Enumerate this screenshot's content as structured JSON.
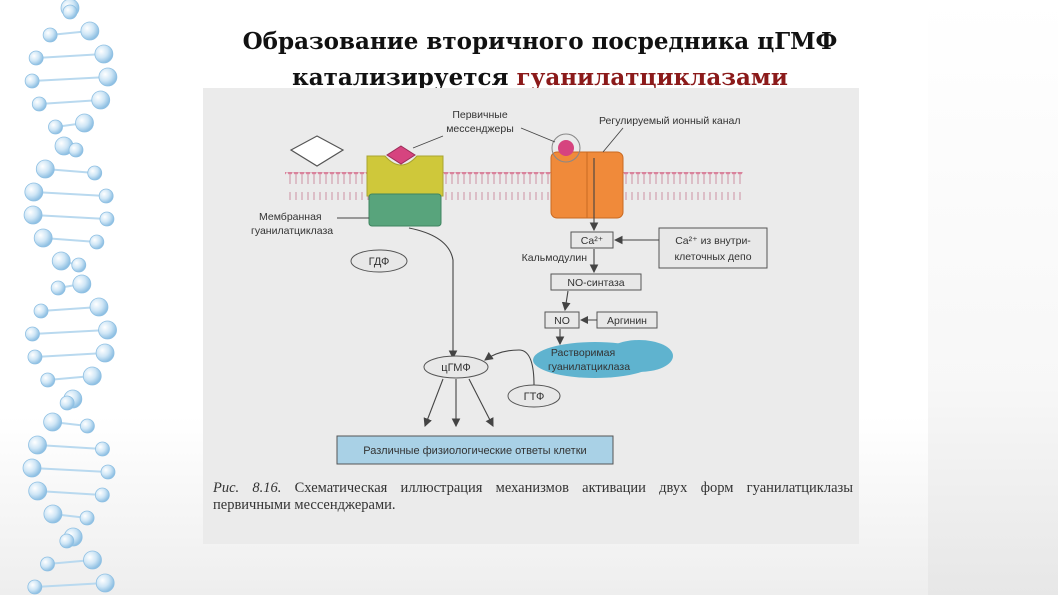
{
  "slide": {
    "title_line1": "Образование вторичного посредника цГМФ",
    "title_line2_start": "катализируется",
    "title_line2_accent": "гуанилатциклазами",
    "colors": {
      "accent": "#8b1a1a",
      "title": "#111111"
    }
  },
  "figure": {
    "labels": {
      "primary_messengers_line1": "Первичные",
      "primary_messengers_line2": "мессенджеры",
      "ion_channel": "Регулируемый ионный канал",
      "membrane_gc_line1": "Мембранная",
      "membrane_gc_line2": "гуанилатциклаза",
      "gdp": "ГДФ",
      "ca": "Ca²⁺",
      "ca_depot_line1": "Ca²⁺ из внутри-",
      "ca_depot_line2": "клеточных депо",
      "calmodulin": "Кальмодулин",
      "no_synthase": "NO-синтаза",
      "no": "NO",
      "arginine": "Аргинин",
      "soluble_gc_line1": "Растворимая",
      "soluble_gc_line2": "гуанилатциклаза",
      "cgmp": "цГМФ",
      "gtp": "ГТФ",
      "responses": "Различные физиологические ответы клетки"
    },
    "caption": {
      "fig_num": "Рис. 8.16.",
      "text": "Схематическая иллюстрация механизмов активации двух форм гуанилатциклазы первичными мессенджерами."
    },
    "colors": {
      "membrane": "#d9839c",
      "receptor_top": "#cfc83a",
      "receptor_bottom": "#58a47c",
      "ligand": "#d6447f",
      "channel": "#f08a3a",
      "soluble_gc": "#5fb3cf",
      "response_box": "#a9d1e6"
    }
  }
}
